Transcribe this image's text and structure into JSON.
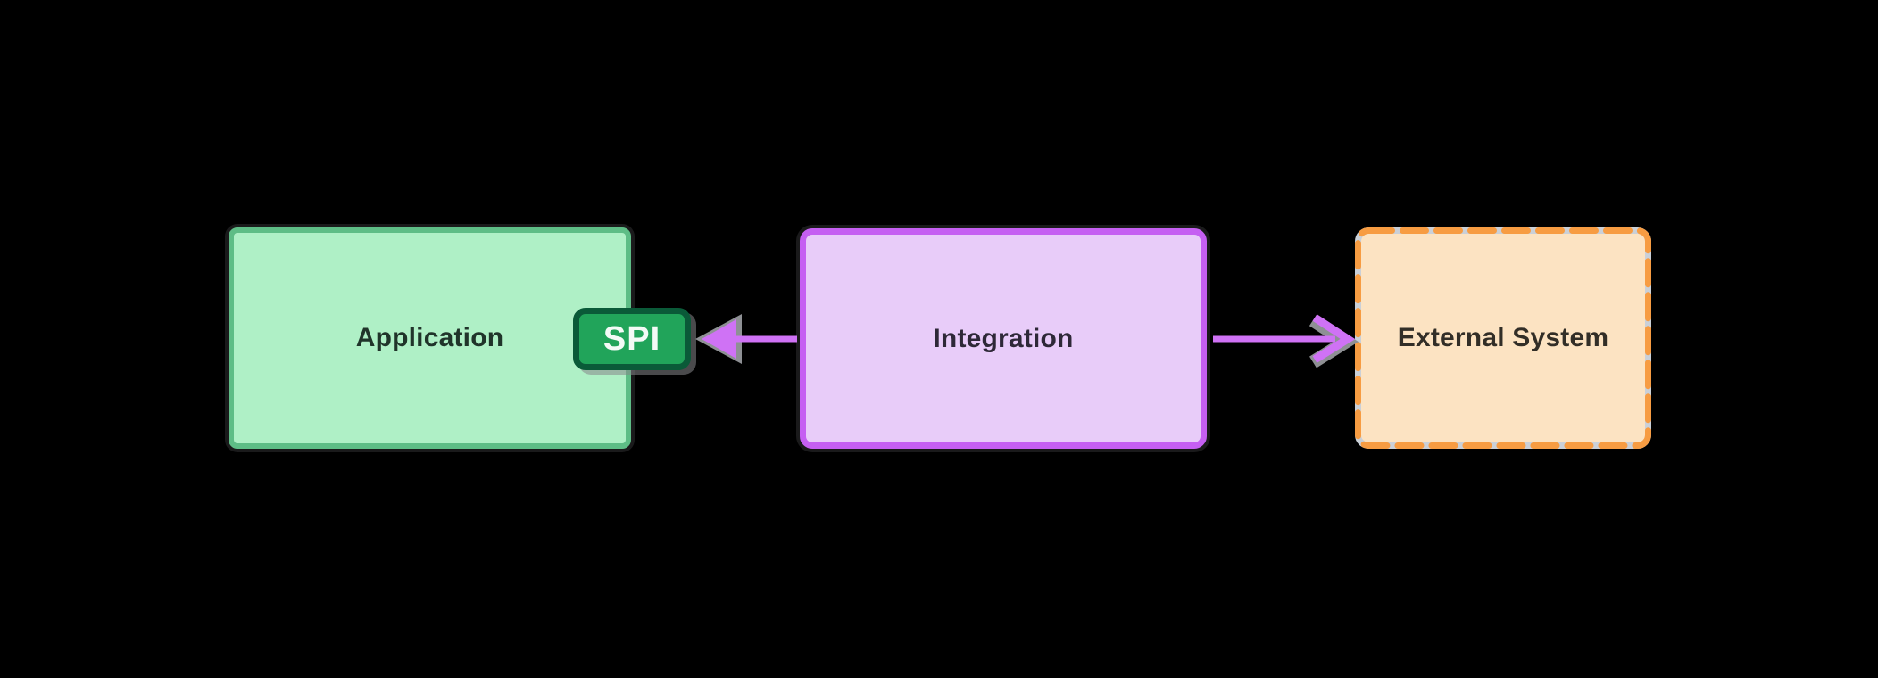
{
  "title": "Application / Integration / External System diagram",
  "colors": {
    "background": "#000000",
    "arrow": "#cf72f5",
    "arrow_shadow": "#8e9094",
    "application_fill": "#aff0c6",
    "application_border": "#5ebd86",
    "spi_fill": "#21a45a",
    "spi_border": "#0a5a38",
    "integration_fill": "#e8ccf9",
    "integration_border": "#c55ff2",
    "external_fill": "#fce3c2",
    "external_border": "#f79c42",
    "external_gap_ring": "#cad0d8"
  },
  "nodes": {
    "application": {
      "label": "Application",
      "style": "solid-green-box"
    },
    "spi": {
      "label": "SPI",
      "style": "green-badge-on-edge"
    },
    "integration": {
      "label": "Integration",
      "style": "solid-purple-box"
    },
    "external": {
      "label": "External System",
      "style": "dashed-orange-box"
    }
  },
  "connectors": [
    {
      "id": "integration-to-spi",
      "from": "integration",
      "to": "spi",
      "direction": "left",
      "head": "solid-triangle"
    },
    {
      "id": "integration-to-external",
      "from": "integration",
      "to": "external",
      "direction": "right",
      "head": "open-chevron"
    }
  ]
}
